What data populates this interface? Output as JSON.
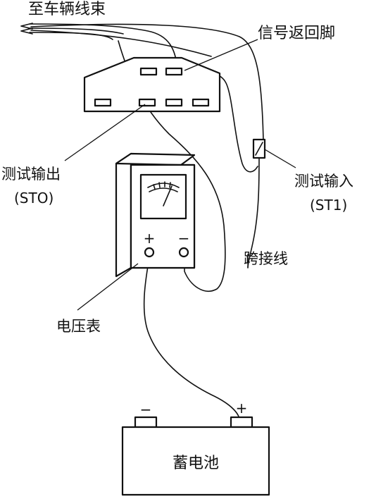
{
  "labels": {
    "to_harness": "至车辆线束",
    "signal_return_pin": "信号返回脚",
    "test_output": "测试输出",
    "test_output_code": "(STO)",
    "test_input": "测试输入",
    "test_input_code": "(ST1)",
    "jumper_wire": "跨接线",
    "voltmeter": "电压表",
    "battery": "蓄电池"
  },
  "signs": {
    "voltmeter_plus": "+",
    "voltmeter_minus": "−",
    "battery_minus": "−",
    "battery_plus": "+"
  }
}
